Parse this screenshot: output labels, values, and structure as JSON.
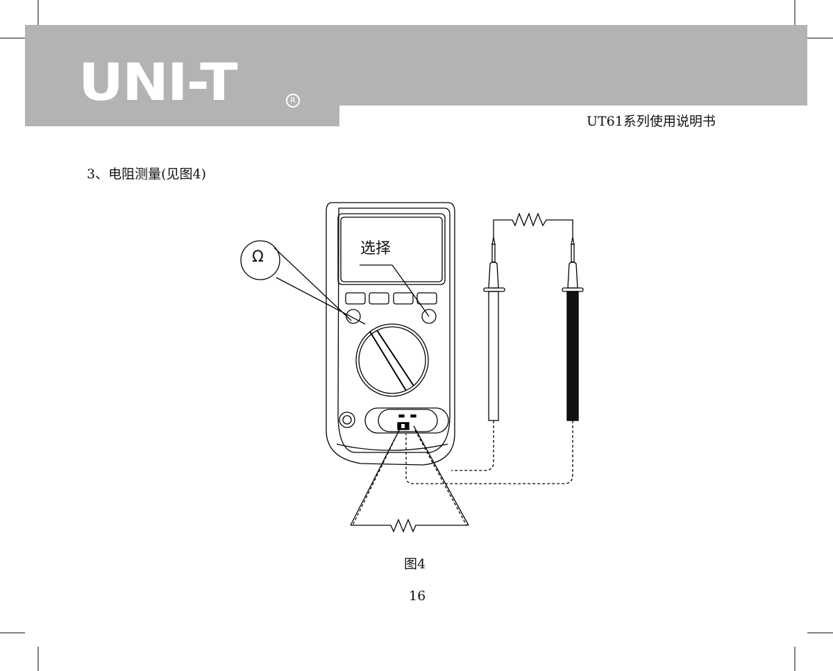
{
  "header": {
    "brand": "UNI-T",
    "registered_mark": "R",
    "doc_title": "UT61系列使用说明书",
    "bg_color": "#b3b3b3"
  },
  "section": {
    "heading": "3、电阻测量(见图4)"
  },
  "figure": {
    "lcd_label": "选择",
    "callout_symbol": "Ω",
    "caption": "图4"
  },
  "footer": {
    "page_number": "16"
  }
}
